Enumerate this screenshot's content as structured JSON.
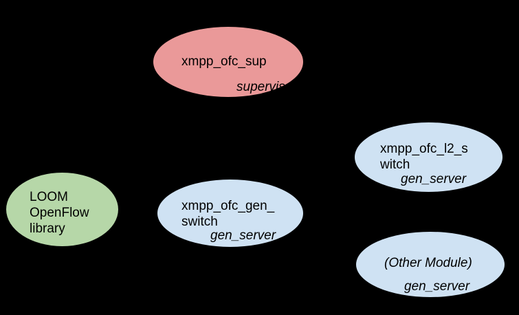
{
  "canvas": {
    "background": "#000000",
    "text_color": "#000000"
  },
  "nodes": {
    "sup": {
      "label": "xmpp_ofc_sup",
      "behaviour": "supervisor",
      "fill": "#ea9999"
    },
    "l2switch": {
      "label": "xmpp_ofc_l2_s\nwitch",
      "behaviour": "gen_server",
      "fill": "#cfe2f3"
    },
    "loom": {
      "label": "LOOM\nOpenFlow\nlibrary",
      "fill": "#b6d7a8"
    },
    "genswitch": {
      "label": "xmpp_ofc_gen_\nswitch",
      "behaviour": "gen_server",
      "fill": "#cfe2f3"
    },
    "other": {
      "label": "(Other Module)",
      "behaviour": "gen_server",
      "fill": "#cfe2f3"
    }
  }
}
